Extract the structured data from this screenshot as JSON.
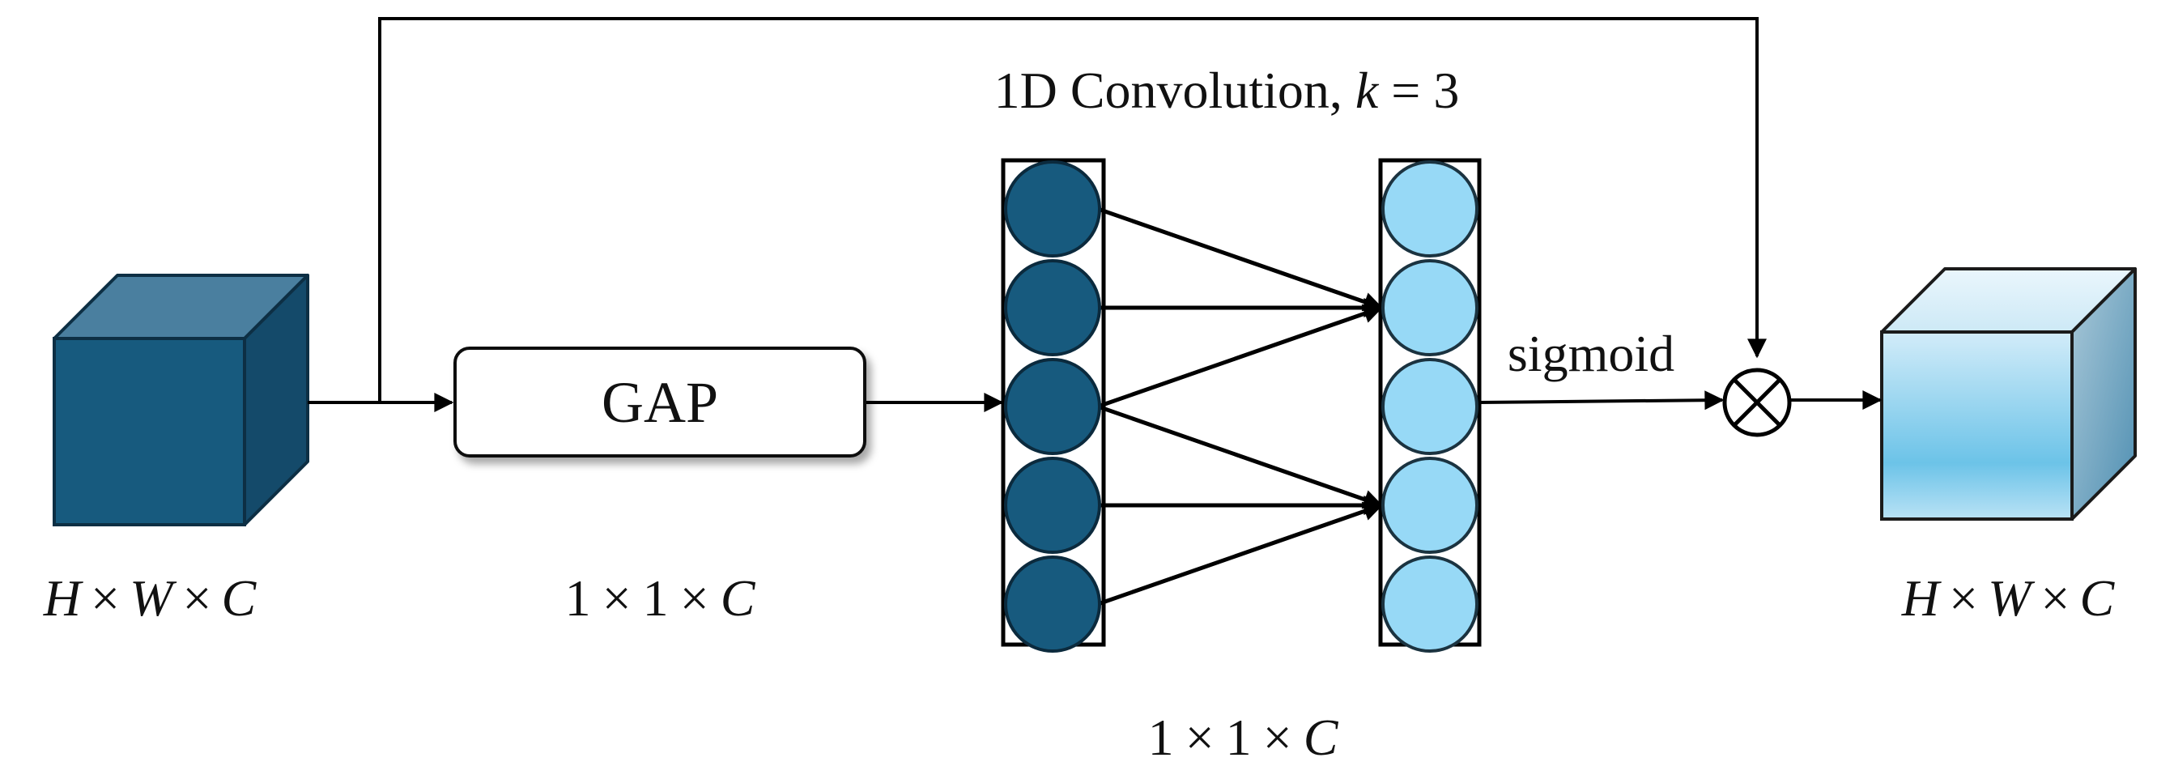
{
  "input_label": {
    "h": "H",
    "x1": "×",
    "w": "W",
    "x2": "×",
    "c": "C"
  },
  "gap_box": {
    "label": "GAP"
  },
  "gap_label": {
    "a": "1",
    "x1": "×",
    "b": "1",
    "x2": "×",
    "c": "C"
  },
  "conv_title": {
    "prefix": "1D Convolution, ",
    "k": "k",
    "eq": " = 3"
  },
  "conv_label": {
    "a": "1",
    "x1": "×",
    "b": "1",
    "x2": "×",
    "c": "C"
  },
  "sigmoid_label": "sigmoid",
  "output_label": {
    "h": "H",
    "x1": "×",
    "w": "W",
    "x2": "×",
    "c": "C"
  },
  "colors": {
    "input_cube_front": "#175a7e",
    "input_cube_top": "#4a7f9f",
    "input_cube_side": "#144a6a",
    "node_dark": "#175a7e",
    "node_light": "#97d9f6",
    "output_cube_light": "#d7effa",
    "output_cube_mid": "#6cc3e8",
    "output_cube_side": "#5e9cbd"
  },
  "conv_layer": {
    "input_nodes": 5,
    "output_nodes": 5
  },
  "operator_icon": "multiply-circle-icon"
}
